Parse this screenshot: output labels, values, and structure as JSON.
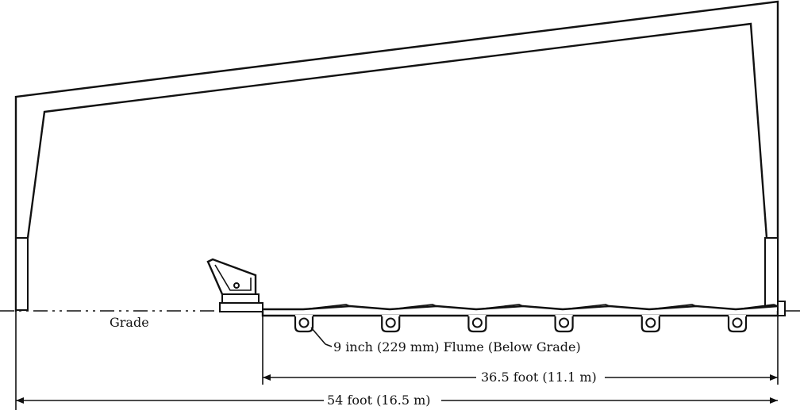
{
  "labels": {
    "grade": "Grade",
    "flume": "9 inch (229 mm) Flume (Below Grade)",
    "dim_inner": "36.5 foot (11.1 m)",
    "dim_outer": "54 foot (16.5 m)"
  },
  "flume_count": 6,
  "colors": {
    "line": "#111111",
    "background": "#ffffff"
  }
}
